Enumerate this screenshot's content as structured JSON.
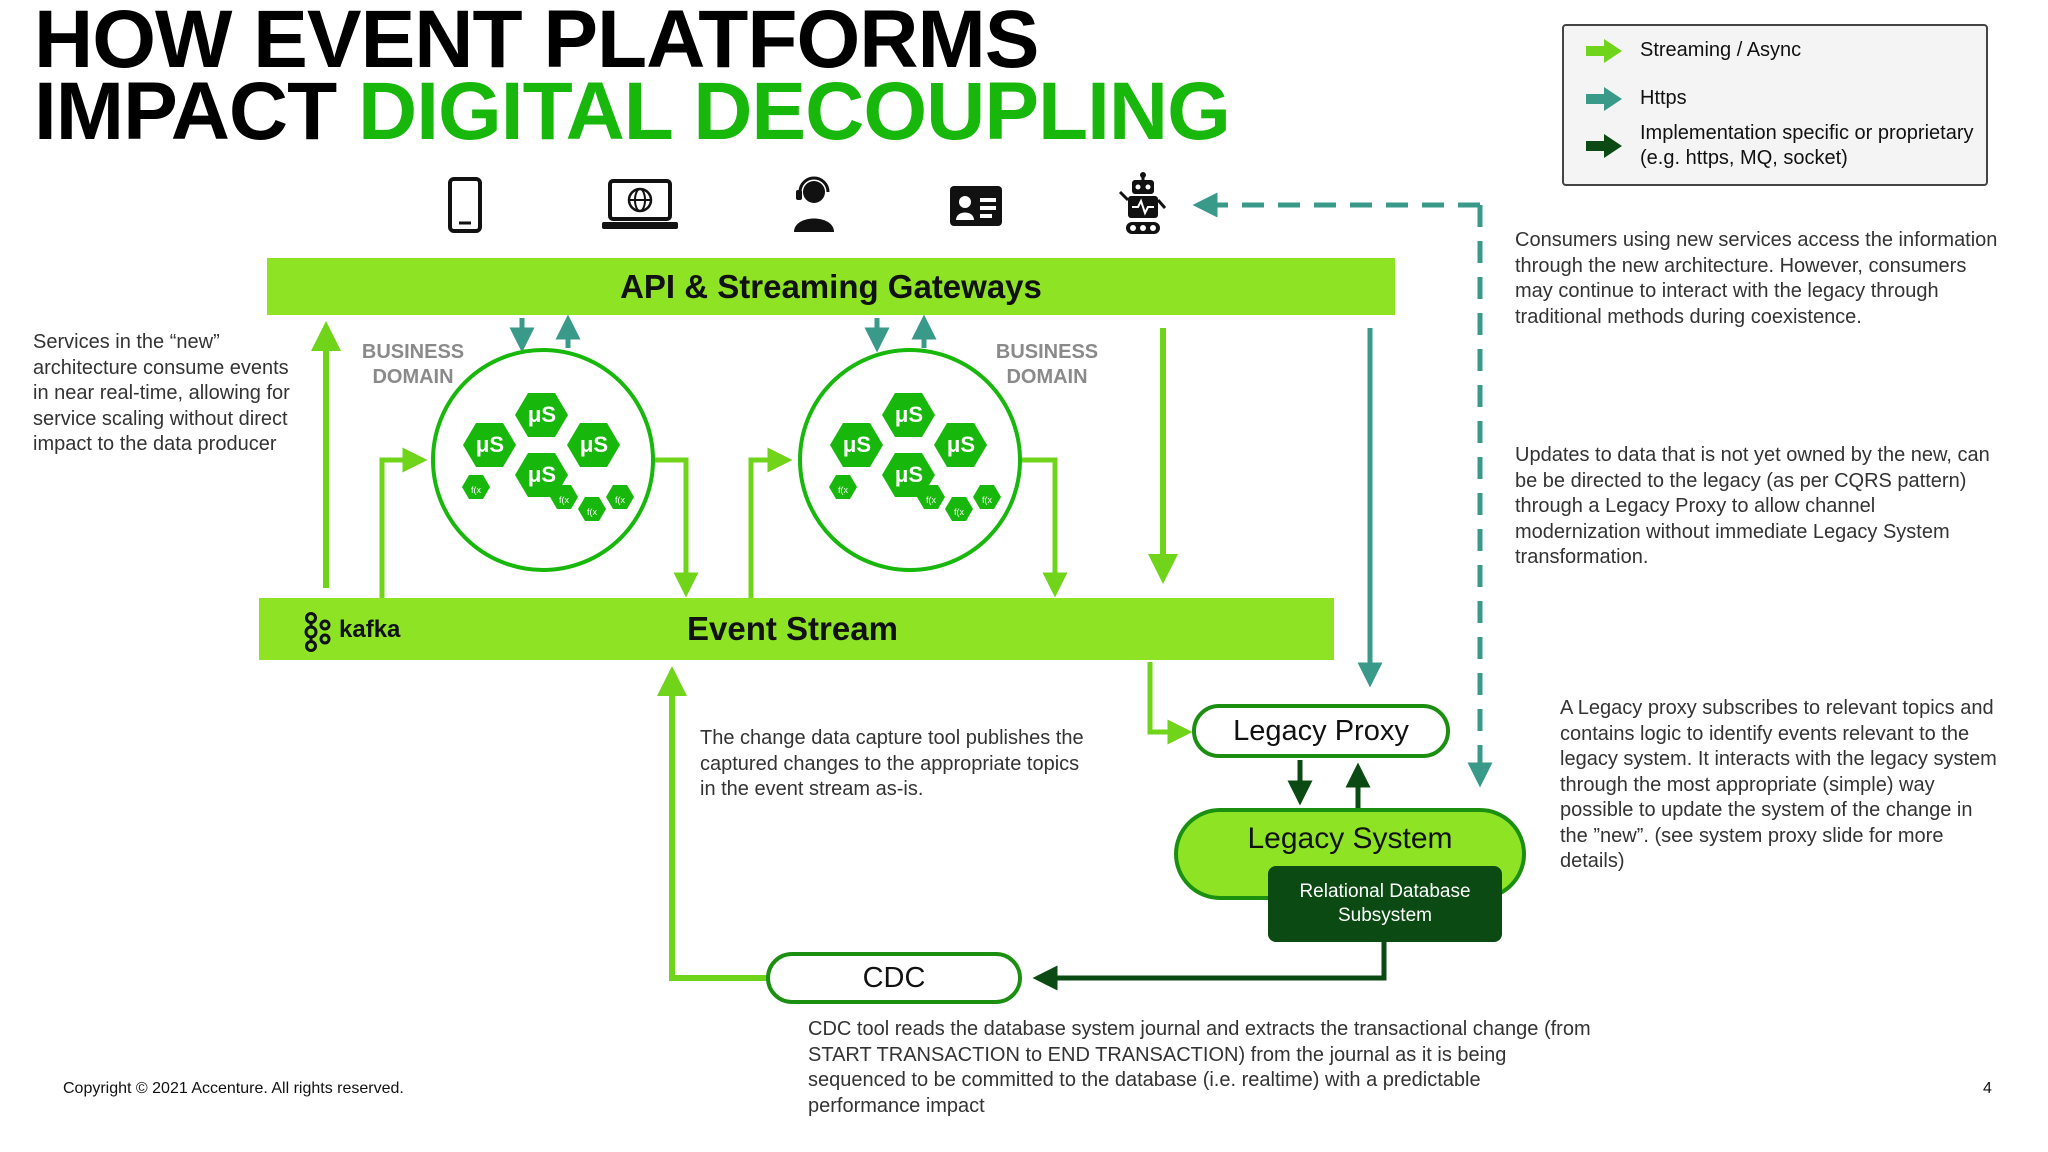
{
  "title": {
    "line1": "HOW EVENT PLATFORMS",
    "line2_prefix": "IMPACT ",
    "line2_highlight": "DIGITAL DECOUPLING"
  },
  "legend": {
    "items": [
      {
        "label": "Streaming / Async",
        "color": "#6fd41a"
      },
      {
        "label": "Https",
        "color": "#3a9a8a"
      },
      {
        "label": "Implementation specific or proprietary (e.g. https, MQ, socket)",
        "color": "#0b4a12"
      }
    ]
  },
  "consumers": [
    "mobile-phone-icon",
    "laptop-web-icon",
    "call-center-agent-icon",
    "id-card-icon",
    "robot-icon"
  ],
  "gateways": {
    "label": "API & Streaming Gateways"
  },
  "event_stream": {
    "label": "Event Stream",
    "kafka_label": "kafka"
  },
  "domains": [
    {
      "label_line1": "BUSINESS",
      "label_line2": "DOMAIN",
      "service_label": "μS",
      "function_label": "f(x"
    },
    {
      "label_line1": "BUSINESS",
      "label_line2": "DOMAIN",
      "service_label": "μS",
      "function_label": "f(x"
    }
  ],
  "legacy_proxy": {
    "label": "Legacy Proxy"
  },
  "legacy_system": {
    "label": "Legacy System",
    "db_label": "Relational Database Subsystem"
  },
  "cdc": {
    "label": "CDC"
  },
  "notes": {
    "services_new": "Services in the “new” architecture consume events in near real-time, allowing for service scaling without direct impact to the data producer",
    "consumers": "Consumers using new services access the information through the new architecture. However, consumers may continue to interact with the legacy through traditional methods during coexistence.",
    "updates": "Updates to data that is not yet owned by the new, can be be directed to the legacy (as per CQRS pattern) through a Legacy Proxy to allow channel modernization without immediate Legacy System transformation.",
    "legacy_proxy": "A Legacy proxy subscribes to relevant topics and contains logic to identify events relevant to the legacy system. It interacts with the legacy system through the most appropriate (simple) way possible to update the system of the change in the ”new”. (see system proxy slide for more details)",
    "cdc_publish": "The change data capture tool publishes the captured changes to the appropriate topics in the event stream as-is.",
    "cdc_reads": "CDC tool reads the database system journal and extracts the transactional change (from START TRANSACTION to END TRANSACTION) from the journal as it is being sequenced to be committed to the database (i.e. realtime) with a predictable performance impact"
  },
  "footer": {
    "copyright": "Copyright © 2021 Accenture. All rights reserved.",
    "page_number": "4"
  },
  "colors": {
    "bright_green": "#8de324",
    "dark_green": "#0b4a12",
    "mid_green": "#17b70b",
    "teal": "#3a9a8a"
  }
}
